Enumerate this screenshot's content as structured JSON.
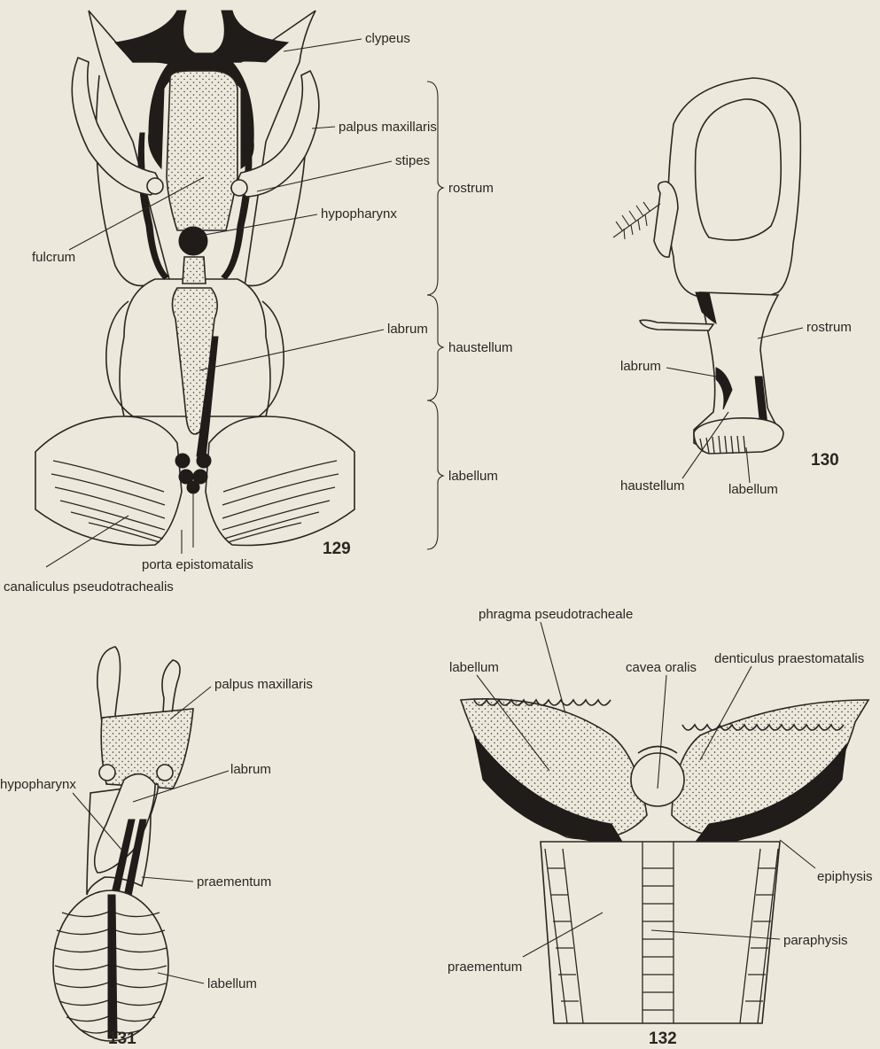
{
  "figures": {
    "fig129": {
      "number": "129",
      "labels": {
        "clypeus": "clypeus",
        "palpus_maxillaris": "palpus maxillaris",
        "stipes": "stipes",
        "hypopharynx": "hypopharynx",
        "fulcrum": "fulcrum",
        "labrum": "labrum",
        "rostrum": "rostrum",
        "haustellum": "haustellum",
        "labellum": "labellum",
        "porta_epistomatalis": "porta epistomatalis",
        "canaliculus_pseudotrachealis": "canaliculus pseudotrachealis"
      }
    },
    "fig130": {
      "number": "130",
      "labels": {
        "rostrum": "rostrum",
        "labrum": "labrum",
        "haustellum": "haustellum",
        "labellum": "labellum"
      }
    },
    "fig131": {
      "number": "131",
      "labels": {
        "palpus_maxillaris": "palpus maxillaris",
        "hypopharynx": "hypopharynx",
        "labrum": "labrum",
        "praementum": "praementum",
        "labellum": "labellum"
      }
    },
    "fig132": {
      "number": "132",
      "labels": {
        "phragma_pseudotracheale": "phragma pseudotracheale",
        "labellum": "labellum",
        "cavea_oralis": "cavea oralis",
        "denticulus_praestomatalis": "denticulus praestomatalis",
        "epiphysis": "epiphysis",
        "paraphysis": "paraphysis",
        "praementum": "praementum"
      }
    }
  },
  "colors": {
    "paper": "#ece9dc",
    "ink": "#1f1c19"
  }
}
